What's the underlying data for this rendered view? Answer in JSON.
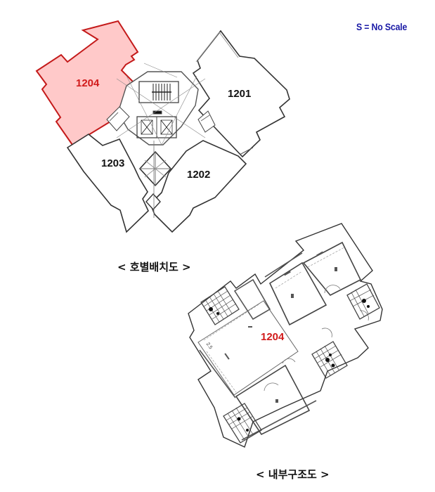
{
  "scale_note": "S = No Scale",
  "placement_diagram": {
    "caption": "< 호별배치도 >",
    "highlight_color": "#ffc8c8",
    "highlight_stroke": "#c41a1a",
    "units": [
      {
        "id": "1204",
        "label": "1204",
        "highlighted": true
      },
      {
        "id": "1201",
        "label": "1201",
        "highlighted": false
      },
      {
        "id": "1203",
        "label": "1203",
        "highlighted": false
      },
      {
        "id": "1202",
        "label": "1202",
        "highlighted": false
      }
    ]
  },
  "interior_plan": {
    "caption": "< 내부구조도 >",
    "unit_label": "1204",
    "dimension_mark": "2.5"
  }
}
